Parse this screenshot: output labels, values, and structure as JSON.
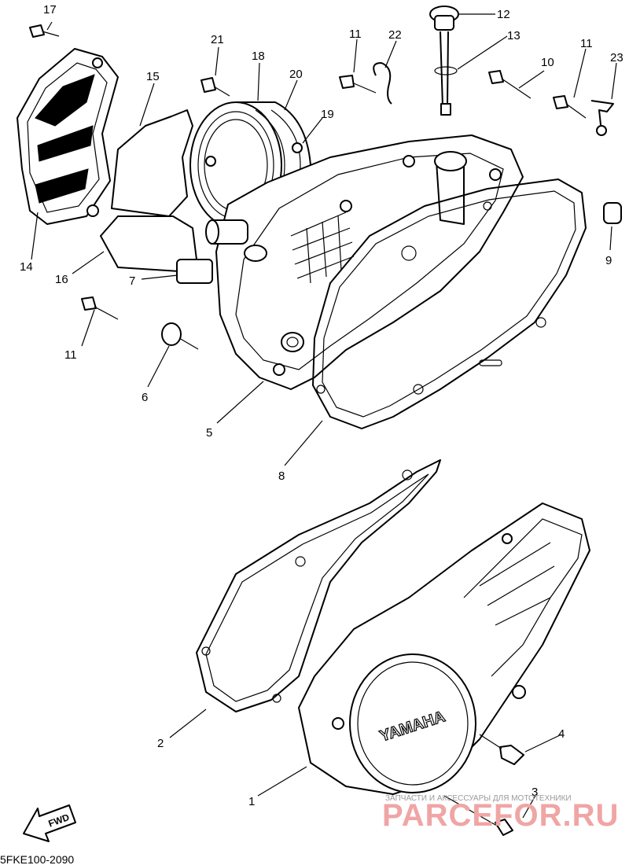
{
  "callouts": {
    "c1": "1",
    "c2": "2",
    "c3": "3",
    "c4": "4",
    "c5": "5",
    "c6": "6",
    "c7": "7",
    "c8": "8",
    "c9": "9",
    "c10": "10",
    "c11a": "11",
    "c11b": "11",
    "c11c": "11",
    "c12": "12",
    "c13": "13",
    "c14": "14",
    "c15": "15",
    "c16": "16",
    "c17": "17",
    "c18": "18",
    "c19": "19",
    "c20": "20",
    "c21": "21",
    "c22": "22",
    "c23": "23"
  },
  "brand_text": "YAMAHA",
  "direction_label": "FWD",
  "diagram_code": "5FKE100-2090",
  "watermark": {
    "tagline": "ЗАПЧАСТИ И АКСЕССУАРЫ ДЛЯ МОТОТЕХНИКИ",
    "site": "PARCEFOR.RU",
    "color": "#f0a5a5"
  }
}
